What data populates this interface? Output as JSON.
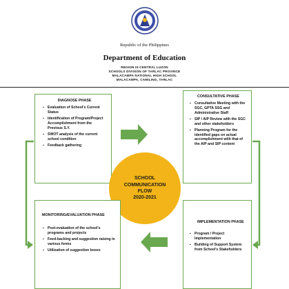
{
  "header": {
    "republic": "Republic of the Philippines",
    "department": "Department of Education",
    "region": "REGION III-CENTRAL LUZON",
    "division": "SCHOOLS DIVISION OF TARLAC PROVINCE",
    "school": "MALACAMPA NATIONAL HIGH SCHOOL",
    "address": "MALACAMPA, CAMILING, TARLAC"
  },
  "center": {
    "line1": "SCHOOL",
    "line2": "COMMUNICATION",
    "line3": "FLOW",
    "line4": "2020-2021"
  },
  "diagnose": {
    "title": "DIAGNOSE PHASE",
    "items": [
      "Evaluation of School's Current Status",
      "Identification of Program/Project Accomplishment from the Previous S.Y.",
      "SWOT analysis of the current school condition",
      "Feedback gathering"
    ]
  },
  "consultative": {
    "title": "CONSULTATIVE PHASE",
    "items": [
      "Consultative Meeting with the SGC, GPTA SSG and Administrative Staff",
      "SIP / AIP Review with the SGC and other stakeholders",
      "Planning Program for the identified gaps on actual accomplishment with that of the AIP and SIP content"
    ]
  },
  "monitoring": {
    "title": "MONITORING/EVALUATION PHASE",
    "items": [
      "Post-evaluation of the school's programs and projects",
      "Feed-backing and suggestion raising in various forms",
      "Utilization of suggestion boxes"
    ]
  },
  "implementation": {
    "title": "IMPLEMENTATION PHASE",
    "items": [
      "Program / Project Implementation",
      "Building of Support System from School's Stakeholders"
    ]
  },
  "colors": {
    "box_border": "#6aa84f",
    "arrow": "#6aa84f",
    "circle": "#f2b418"
  }
}
